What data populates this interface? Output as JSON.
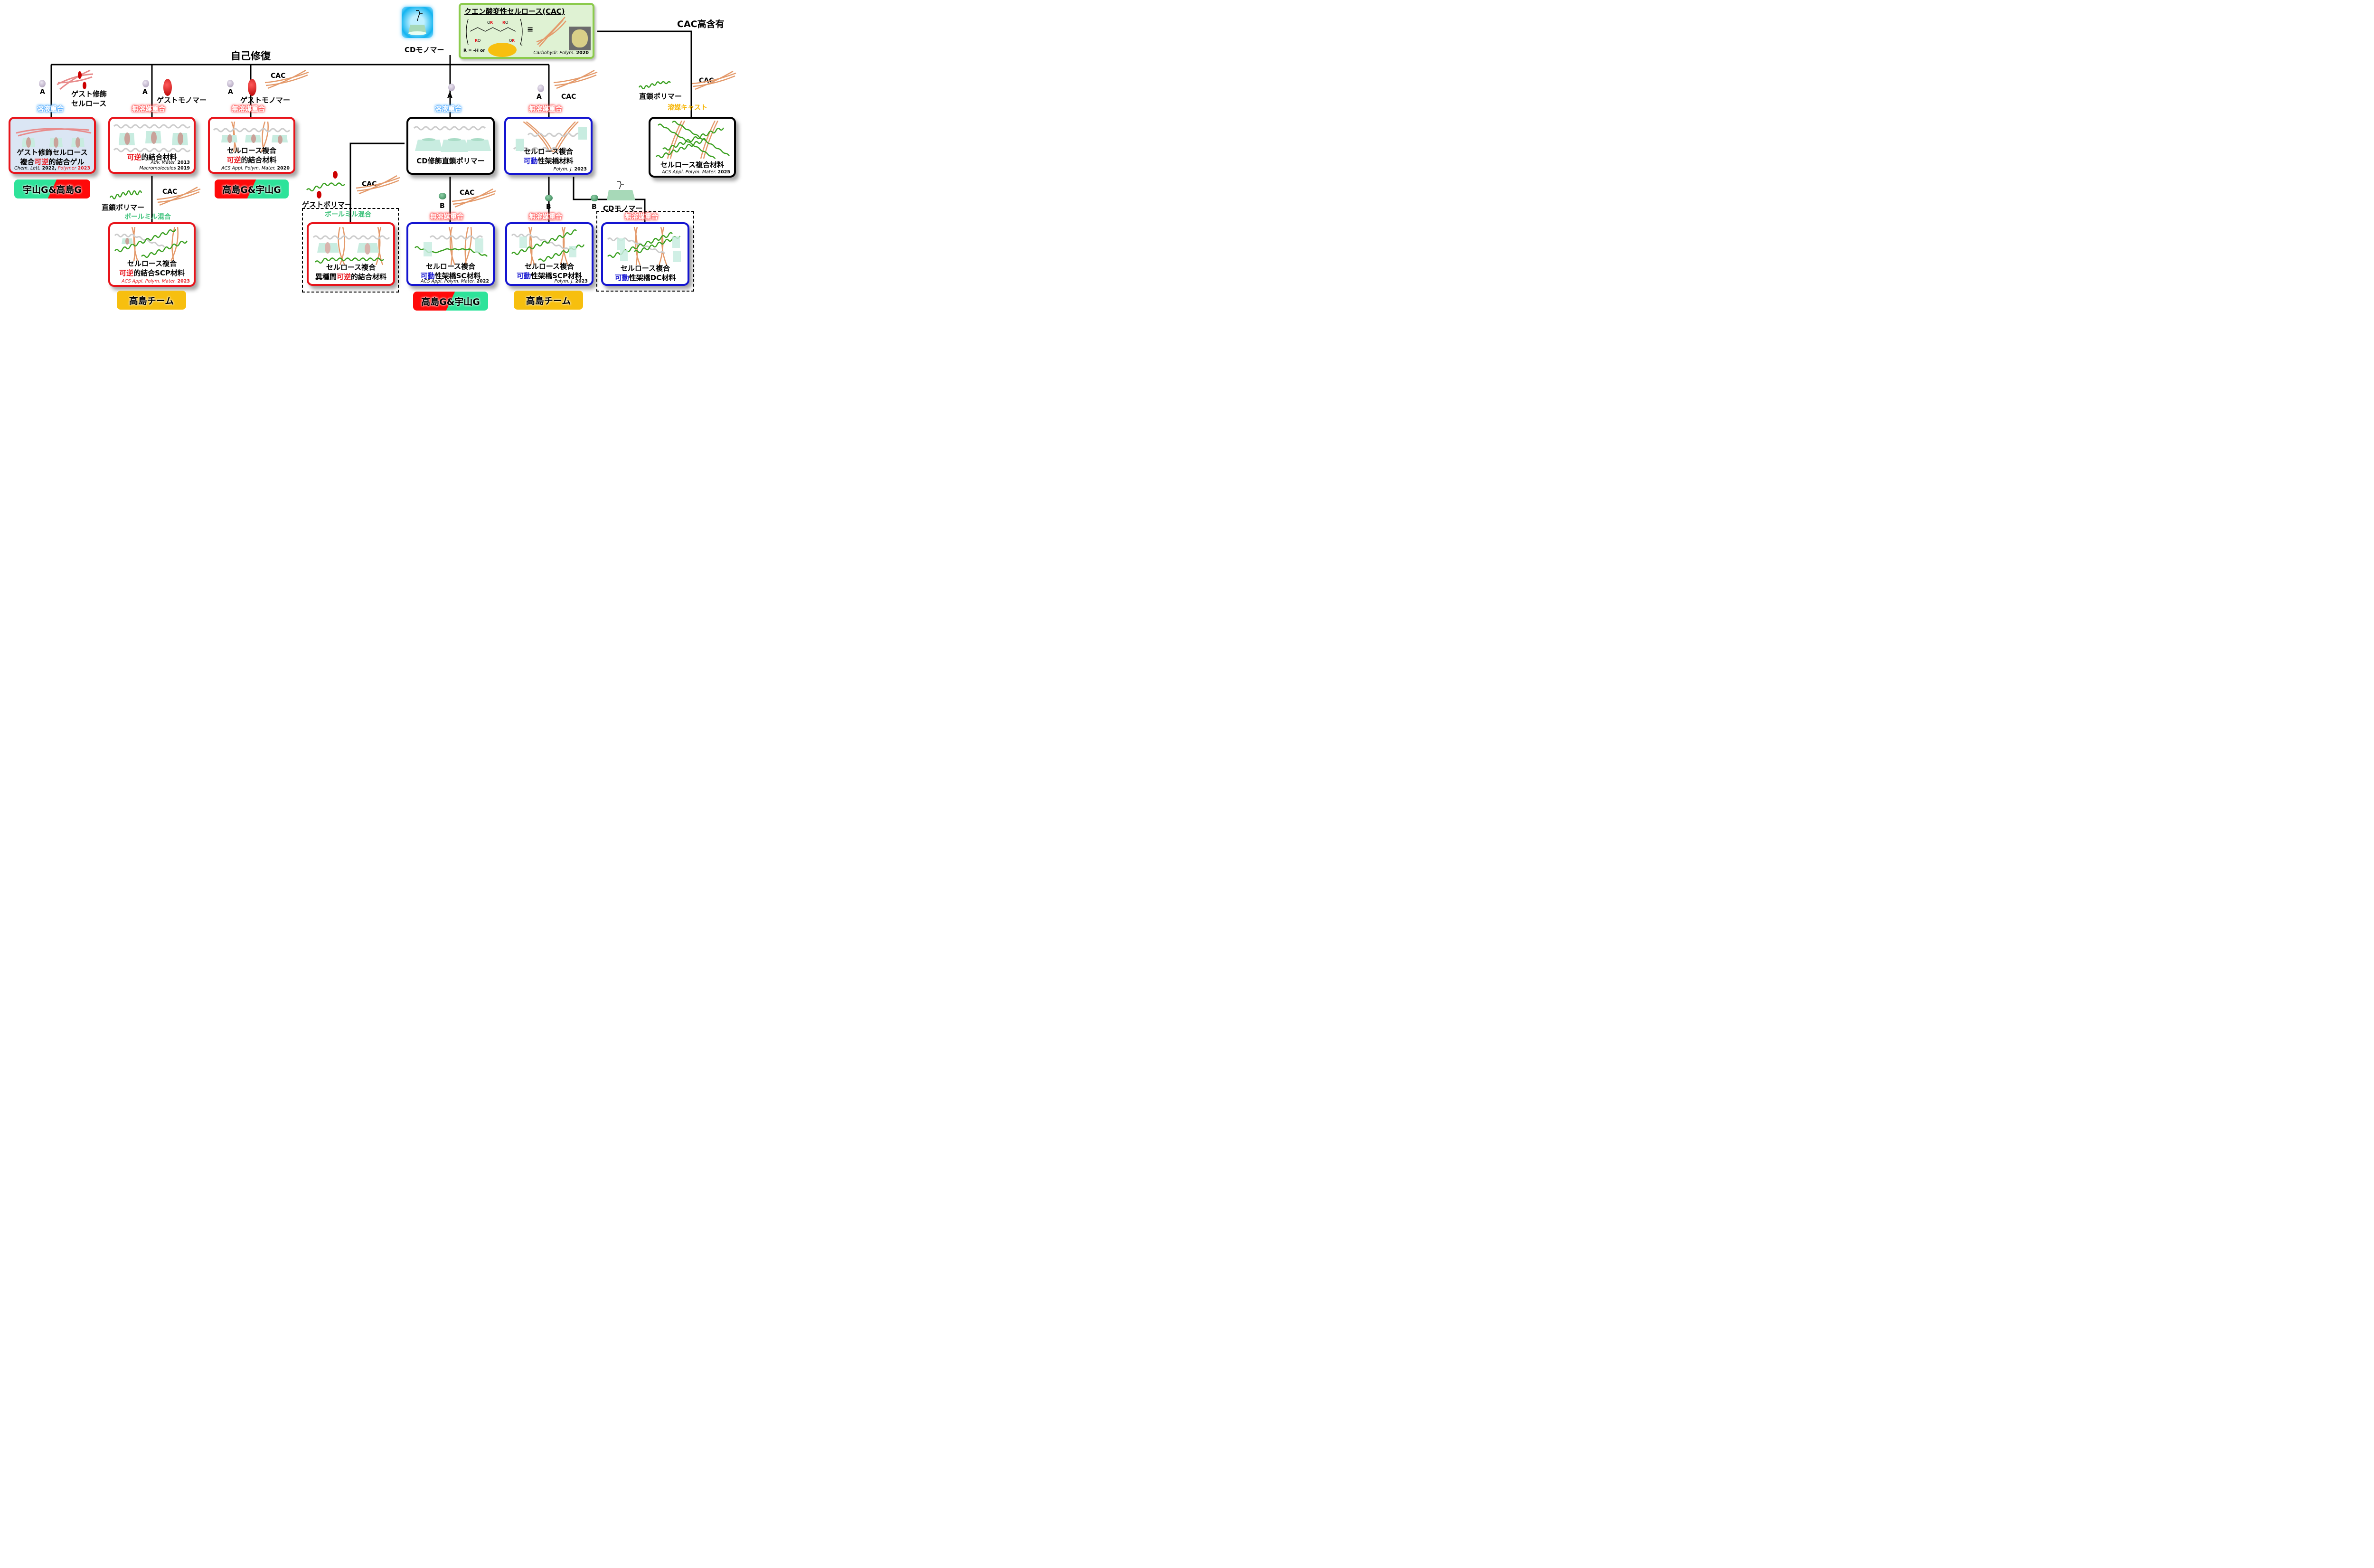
{
  "top": {
    "self_healing_label": "自己修復",
    "cac_high_label": "CAC高含有",
    "cd_monomer_label": "CDモノマー"
  },
  "cac_info": {
    "title": "クエン酸変性セルロース(CAC)",
    "r_definition": "R = -H or",
    "equiv_symbol": "≡",
    "reference_journal": "Carbohydr. Polym.",
    "reference_year": "2020"
  },
  "reagents": {
    "monomer_a": "A",
    "monomer_b": "B",
    "guest_cellulose": [
      "ゲスト修飾",
      "セルロース"
    ],
    "guest_monomer": "ゲストモノマー",
    "cac": "CAC",
    "linear_polymer": "直鎖ポリマー",
    "guest_polymer": "ゲストポリマー",
    "cd_monomer": "CDモノマー"
  },
  "methods": {
    "solution_polymerization": "溶液重合",
    "solvent_free_polymerization": "無溶媒重合",
    "ball_mill_mixing": "ボールミル混合",
    "solvent_cast": "溶媒キャスト"
  },
  "cards": [
    {
      "id": "guest-cellulose-gel",
      "border": "red",
      "line1": "ゲスト修飾セルロース",
      "line2_pre": "複合",
      "line2_hl": "可逆",
      "line2_post": "的結合ゲル",
      "ref_parts": [
        {
          "journal": "Chem. Lett.",
          "year": "2022,"
        },
        {
          "journal": "Polymer",
          "year": "2023",
          "color": "#e8141b"
        }
      ]
    },
    {
      "id": "reversible-bond-material",
      "border": "red",
      "line1": "",
      "line2_pre": "",
      "line2_hl": "可逆",
      "line2_post": "的結合材料",
      "ref_parts": [
        {
          "journal": "Adv. Mater.",
          "year": "2013"
        },
        {
          "journal": "Macromolecules",
          "year": "2019"
        }
      ]
    },
    {
      "id": "cellulose-reversible-material",
      "border": "red",
      "line1": "セルロース複合",
      "line2_pre": "",
      "line2_hl": "可逆",
      "line2_post": "的結合材料",
      "ref_parts": [
        {
          "journal": "ACS Appl. Polym. Mater.",
          "year": "2020"
        }
      ]
    },
    {
      "id": "cellulose-reversible-scp",
      "border": "red",
      "line1": "セルロース複合",
      "line2_pre": "",
      "line2_hl": "可逆",
      "line2_post": "的結合SCP材料",
      "ref_parts": [
        {
          "journal": "ACS Appl. Polym. Mater.",
          "year": "2023",
          "color": "#e8141b"
        }
      ]
    },
    {
      "id": "cellulose-heterogeneous-reversible",
      "border": "red",
      "line1": "セルロース複合",
      "line2_pre": "異種間",
      "line2_hl": "可逆",
      "line2_post": "的結合材料",
      "ref_parts": []
    },
    {
      "id": "cd-modified-linear-polymer",
      "border": "black",
      "line1": "CD修飾直鎖ポリマー",
      "line2_pre": "",
      "line2_hl": "",
      "line2_post": "",
      "ref_parts": []
    },
    {
      "id": "cellulose-movable-crosslink",
      "border": "blue",
      "line1": "セルロース複合",
      "line2_pre": "",
      "line2_hl": "可動",
      "line2_post": "性架橋材料",
      "ref_parts": [
        {
          "journal": "Polym. J.",
          "year": "2023"
        }
      ]
    },
    {
      "id": "cellulose-movable-sc",
      "border": "blue",
      "line1": "セルロース複合",
      "line2_pre": "",
      "line2_hl": "可動",
      "line2_post": "性架橋SC材料",
      "ref_parts": [
        {
          "journal": "ACS Appl. Polym. Mater.",
          "year": "2022"
        }
      ]
    },
    {
      "id": "cellulose-movable-scp",
      "border": "blue",
      "line1": "セルロース複合",
      "line2_pre": "",
      "line2_hl": "可動",
      "line2_post": "性架橋SCP材料",
      "ref_parts": [
        {
          "journal": "Polym. J.",
          "year": "2023"
        }
      ]
    },
    {
      "id": "cellulose-movable-dc",
      "border": "blue",
      "line1": "セルロース複合",
      "line2_pre": "",
      "line2_hl": "可動",
      "line2_post": "性架橋DC材料",
      "ref_parts": []
    },
    {
      "id": "cellulose-composite",
      "border": "black",
      "line1": "セルロース複合材料",
      "line2_pre": "",
      "line2_hl": "",
      "line2_post": "",
      "ref_parts": [
        {
          "journal": "ACS Appl. Polym. Mater.",
          "year": "2025"
        }
      ]
    }
  ],
  "teams": [
    {
      "label": "宇山G&高島G",
      "style": "green-red"
    },
    {
      "label": "高島G&宇山G",
      "style": "red-green"
    },
    {
      "label": "高島チーム",
      "style": "orange"
    },
    {
      "label": "高島G&宇山G",
      "style": "red-green"
    },
    {
      "label": "高島チーム",
      "style": "orange"
    }
  ],
  "colors": {
    "reversible_red": "#e8141b",
    "movable_blue": "#1414d0",
    "ball_mill_green": "#3cc27a",
    "solvent_cast_orange": "#f6b400",
    "team_green": "#2ee39a",
    "team_red": "#ff0a0a",
    "team_orange": "#f7bf0f",
    "cac_box_bg": "#dff2d3",
    "cac_box_border": "#8ccb4c"
  }
}
